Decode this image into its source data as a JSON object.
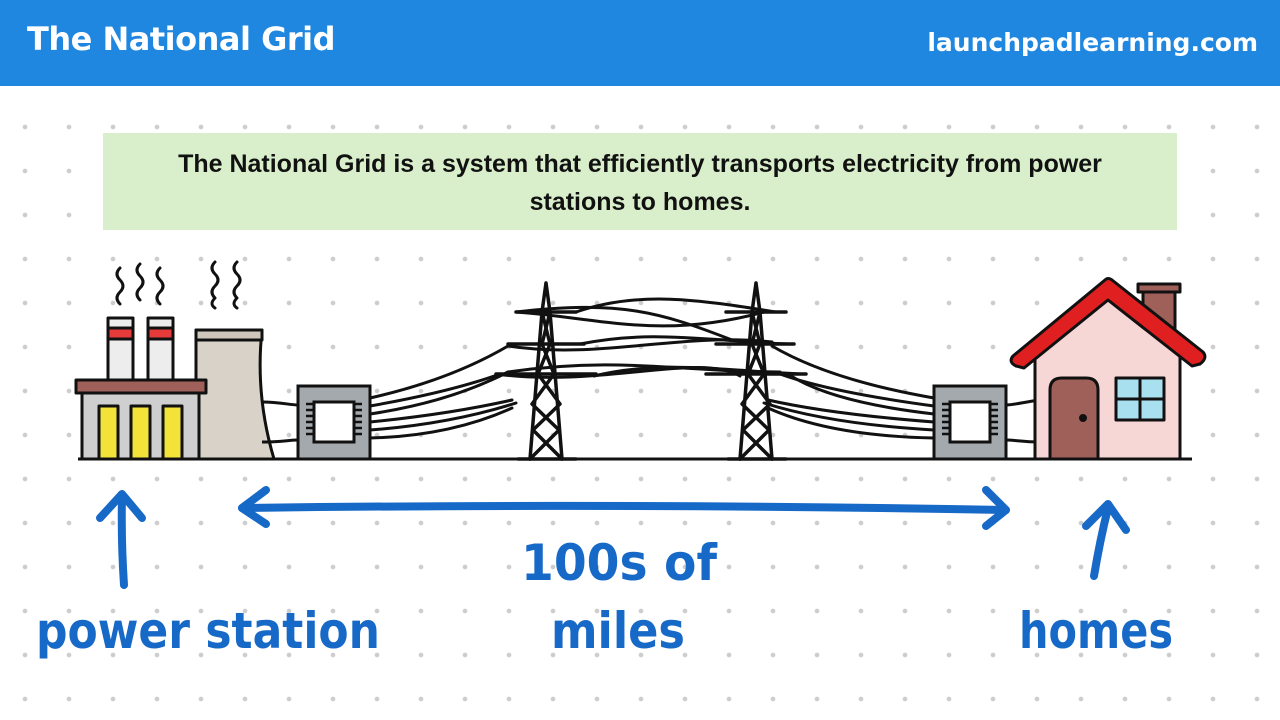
{
  "header": {
    "title": "The National Grid",
    "site": "launchpadlearning.com"
  },
  "summary": "The National Grid is a system that efficiently transports electricity from power stations to homes.",
  "labels": {
    "power_station": "power station",
    "distance_line1": "100s of",
    "distance_line2": "miles",
    "homes": "homes"
  },
  "colors": {
    "header_bg": "#1f87e0",
    "summary_bg": "#d9efcb",
    "annotation_blue": "#1769c7",
    "roof_red": "#e02020",
    "house_wall": "#f7d6d6",
    "window_blue": "#a9e0f0",
    "transformer_grey": "#a4a9ad",
    "factory_yellow": "#f3e23a"
  },
  "icons": [
    "power-station-icon",
    "step-up-transformer-icon",
    "pylon-icon",
    "step-down-transformer-icon",
    "house-icon",
    "up-arrow-icon",
    "double-headed-arrow-icon"
  ]
}
